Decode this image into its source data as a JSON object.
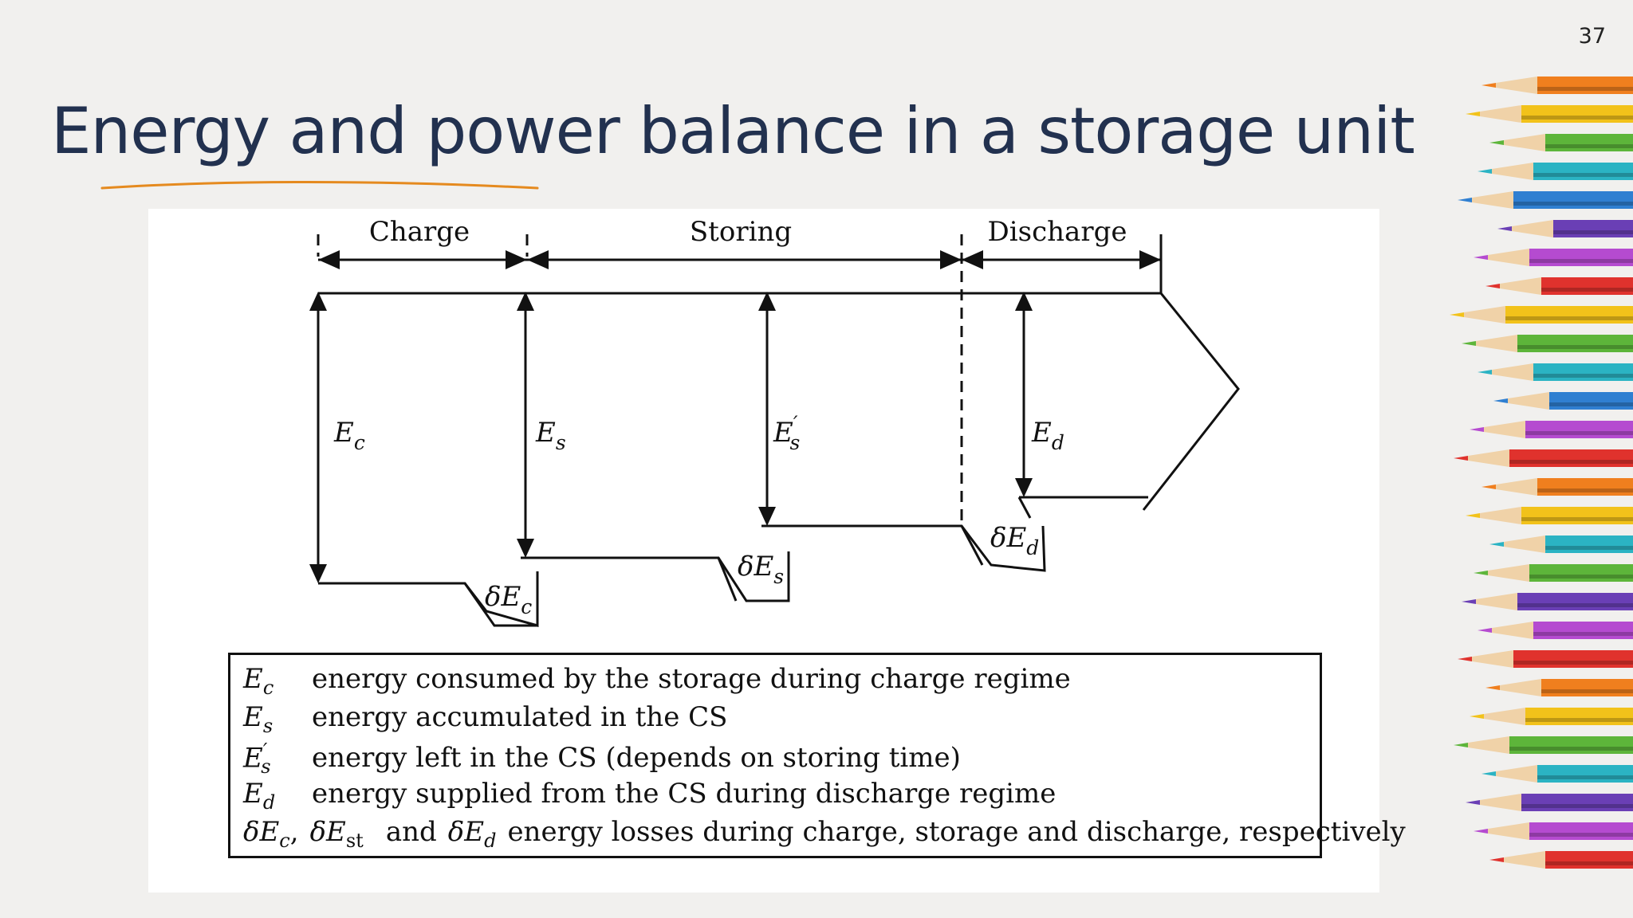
{
  "page_number": "37",
  "title": "Energy and power balance in a storage unit",
  "diagram": {
    "phases": [
      "Charge",
      "Storing",
      "Discharge"
    ],
    "energy_labels": [
      {
        "base": "E",
        "sub": "c",
        "prime": ""
      },
      {
        "base": "E",
        "sub": "s",
        "prime": ""
      },
      {
        "base": "E",
        "sub": "s",
        "prime": "′"
      },
      {
        "base": "E",
        "sub": "d",
        "prime": ""
      }
    ],
    "loss_labels": [
      {
        "base": "δE",
        "sub": "c"
      },
      {
        "base": "δE",
        "sub": "s"
      },
      {
        "base": "δE",
        "sub": "d"
      }
    ]
  },
  "legend": {
    "rows": [
      {
        "sym": "E",
        "sub": "c",
        "sup": "",
        "text": "energy consumed by the storage during charge regime"
      },
      {
        "sym": "E",
        "sub": "s",
        "sup": "",
        "text": "energy accumulated in the CS"
      },
      {
        "sym": "E",
        "sub": "s",
        "sup": "′",
        "text": "energy left in the CS (depends on storing time)"
      },
      {
        "sym": "E",
        "sub": "d",
        "sup": "",
        "text": "energy supplied from the CS during discharge regime"
      }
    ],
    "last_row": {
      "sym1": "δE",
      "sub1": "c",
      "sep1": ",",
      "sym2": "δE",
      "sub2": "st",
      "and": "and",
      "sym3": "δE",
      "sub3": "d",
      "text": "energy losses during charge, storage and discharge, respectively"
    }
  }
}
